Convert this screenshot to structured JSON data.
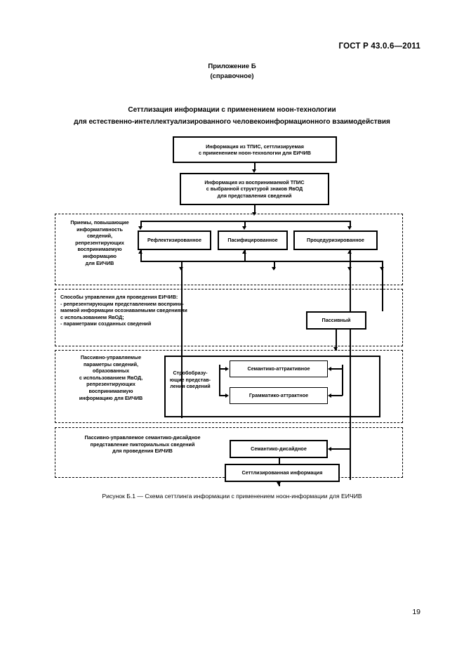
{
  "header": {
    "standard": "ГОСТ Р 43.0.6—2011",
    "page_number": "19"
  },
  "appendix": {
    "line1": "Приложение Б",
    "line2": "(справочное)"
  },
  "title": {
    "line1": "Сеттлизация информации с применением ноон-технологии",
    "line2": "для естественно-интеллектуализированного человекоинформационного взаимодействия"
  },
  "diagram": {
    "boxes": {
      "top1": "Информация из ТПИС, сеттлизируемая\nс применением ноон-технологии для ЕИЧИВ",
      "top1_l1": "Информация из ТПИС, сеттлизируемая",
      "top1_l2": "с применением ноон-технологии для ЕИЧИВ",
      "top2_l1": "Информация из воспринимаемой ТПИС",
      "top2_l2": "с выбранной структурой знаков ЯвОД",
      "top2_l3": "для представления сведений",
      "reflective": "Рефлектизированное",
      "pacified": "Пасифицированное",
      "procedural": "Процедуризированное",
      "passive": "Пассивный",
      "strobe_l1": "Стробобразу-",
      "strobe_l2": "ющие представ-",
      "strobe_l3": "ления сведений",
      "semantic_attractive": "Семантико-аттрактивное",
      "grammatic_attractive": "Грамматико-аттрактное",
      "semantic_design": "Семантико-дисайдное",
      "result": "Сеттлизированная информация"
    },
    "group_labels": {
      "group1": [
        "Приемы, повышающие",
        "информативность",
        "сведений,",
        "репрезентирующих",
        "воспринимаемую",
        "информацию",
        "для ЕИЧИВ"
      ],
      "group2": [
        "Способы управления для проведения ЕИЧИВ:",
        "- репрезентирующим представлением восприни-",
        "маемой информации осознаваемыми сведениями",
        "с использованием ЯвОД;",
        "- параметрами созданных сведений"
      ],
      "group3": [
        "Пассивно-управляемые",
        "параметры сведений,",
        "образованных",
        "с использованием ЯвОД,",
        "репрезентирующих",
        "воспринимаемую",
        "информацию для ЕИЧИВ"
      ],
      "group4": [
        "Пассивно-управляемое семантико-дисайдное",
        "представление пикториальных сведений",
        "для проведения ЕИЧИВ"
      ]
    }
  },
  "figure_caption": "Рисунок Б.1 — Схема сеттлинга информации с применением ноон-информации для ЕИЧИВ",
  "colors": {
    "ink": "#000000",
    "paper": "#ffffff"
  }
}
